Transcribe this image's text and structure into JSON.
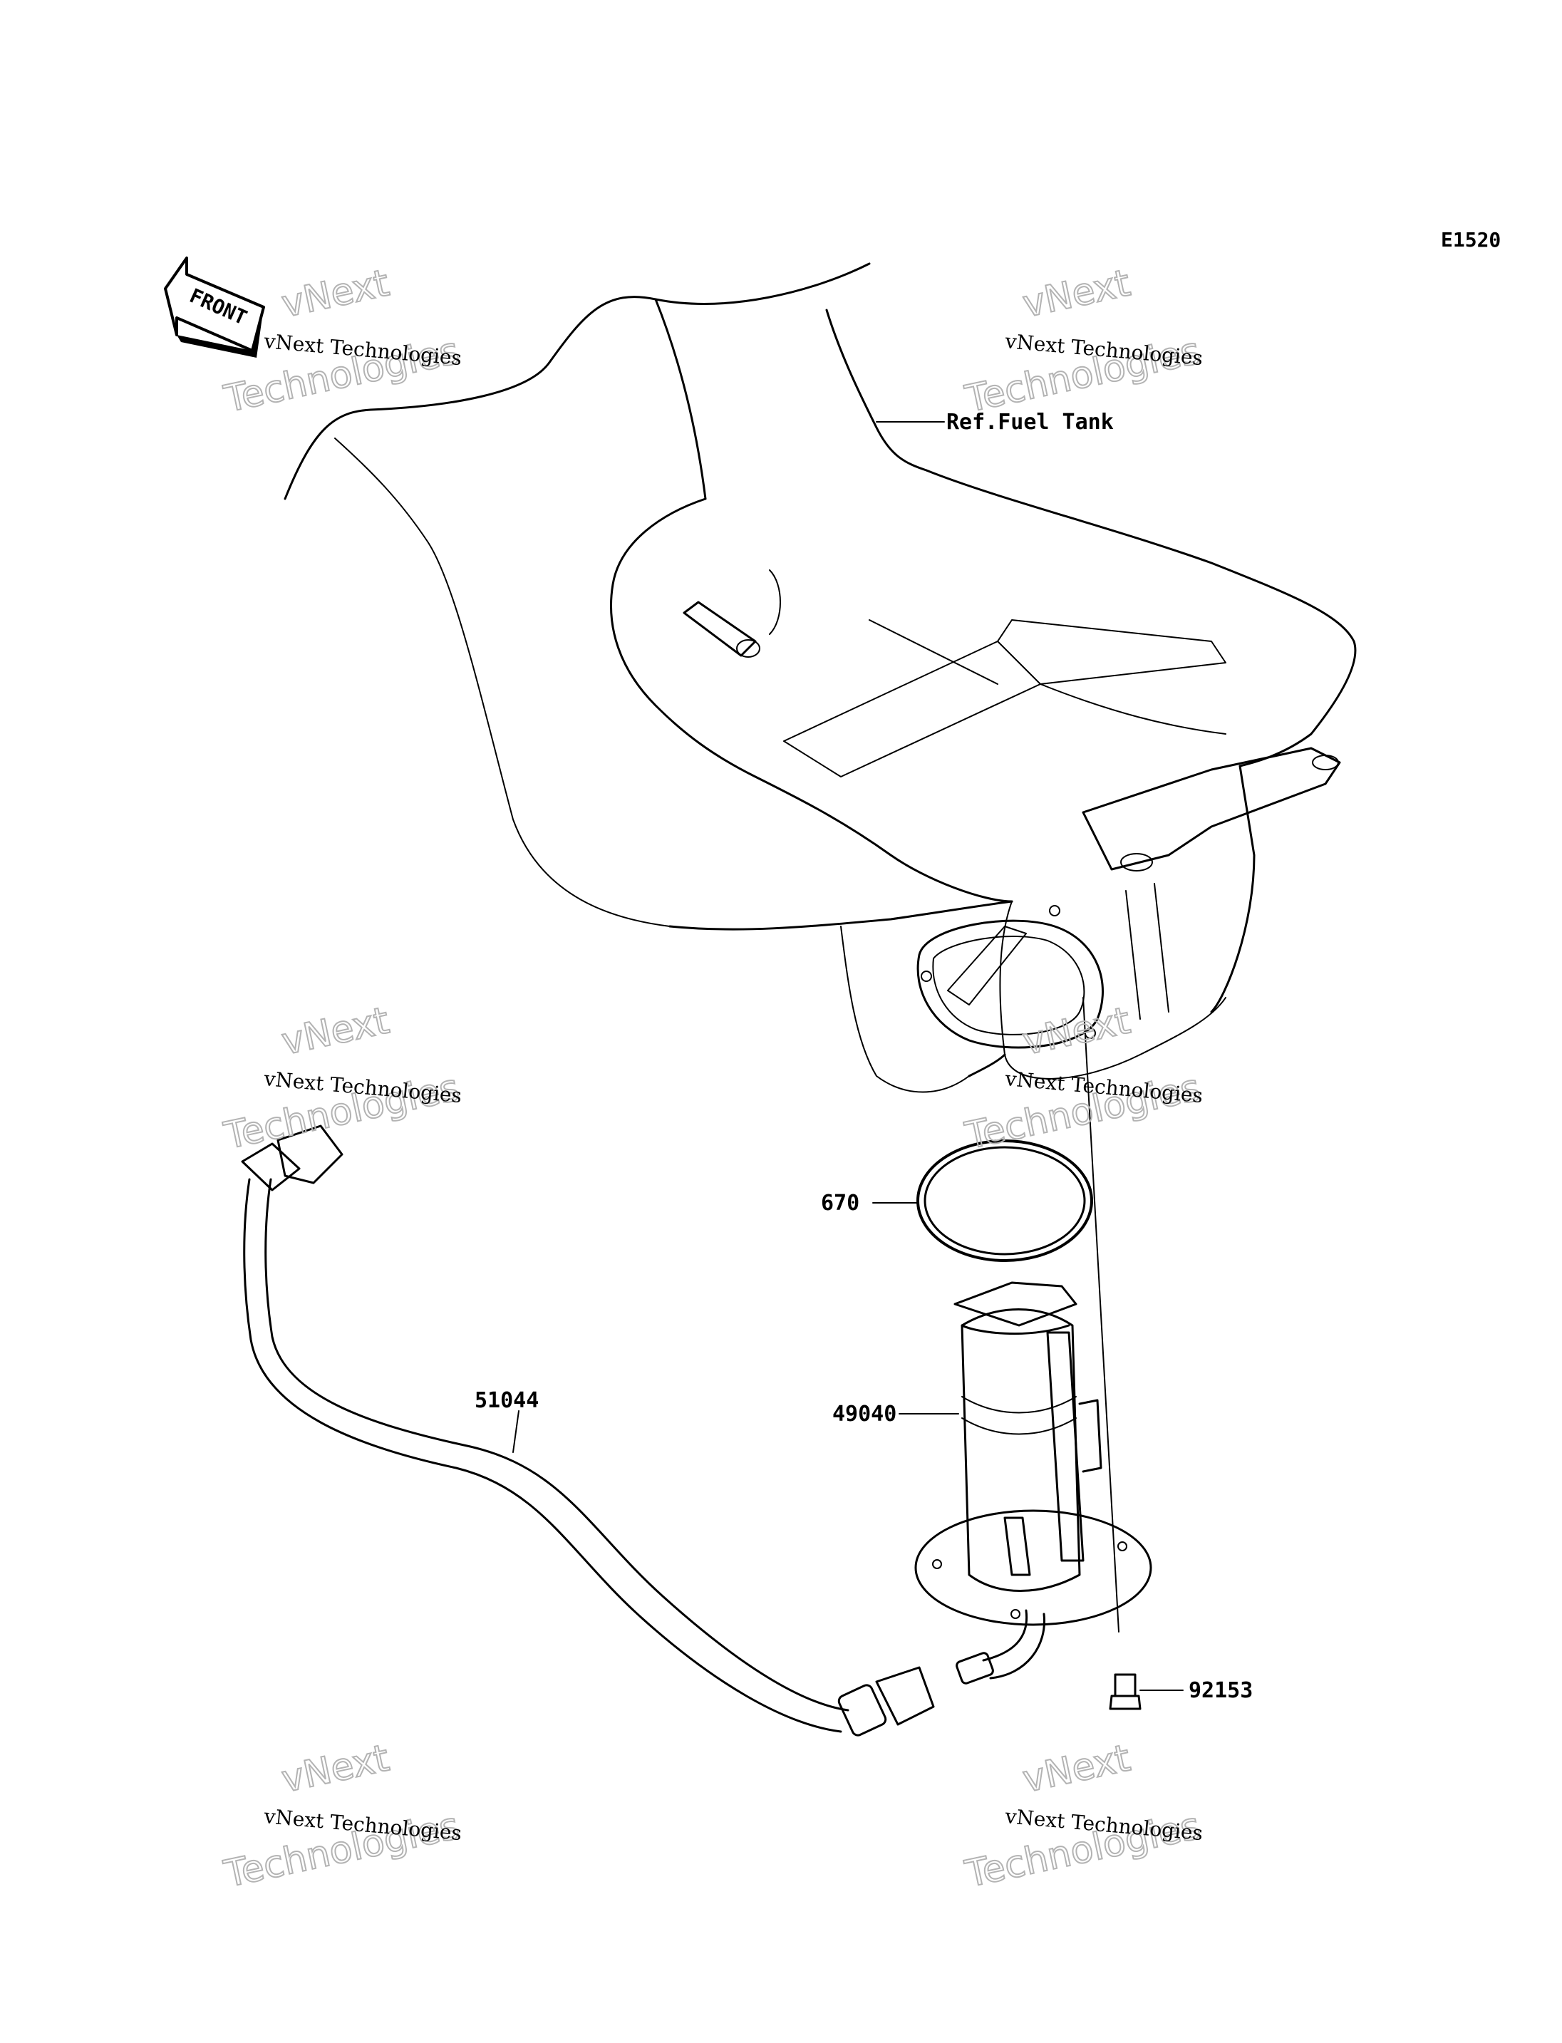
{
  "diagram_code": "E1520",
  "front_arrow_label": "FRONT",
  "parts": {
    "ref_fuel_tank": "Ref.Fuel Tank",
    "gasket": "670",
    "fuel_pump": "49040",
    "fuel_hose": "51044",
    "bolt": "92153"
  },
  "watermark": {
    "line_top": "vNext",
    "line_mid": "vNext Technologies",
    "line_bottom": "Technologies"
  }
}
